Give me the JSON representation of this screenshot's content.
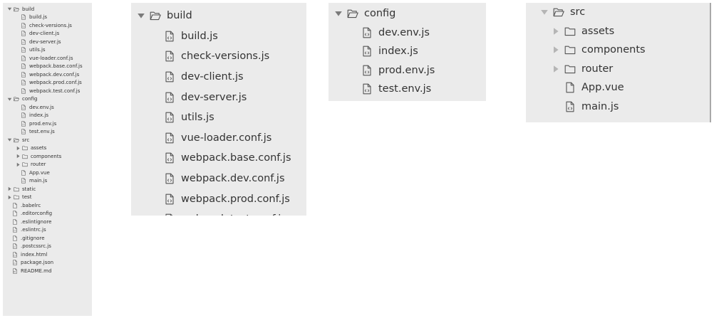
{
  "full_tree": [
    {
      "label": "build",
      "type": "folder",
      "expanded": true,
      "depth": 0
    },
    {
      "label": "build.js",
      "type": "js",
      "depth": 1
    },
    {
      "label": "check-versions.js",
      "type": "js",
      "depth": 1
    },
    {
      "label": "dev-client.js",
      "type": "js",
      "depth": 1
    },
    {
      "label": "dev-server.js",
      "type": "js",
      "depth": 1
    },
    {
      "label": "utils.js",
      "type": "js",
      "depth": 1
    },
    {
      "label": "vue-loader.conf.js",
      "type": "js",
      "depth": 1
    },
    {
      "label": "webpack.base.conf.js",
      "type": "js",
      "depth": 1
    },
    {
      "label": "webpack.dev.conf.js",
      "type": "js",
      "depth": 1
    },
    {
      "label": "webpack.prod.conf.js",
      "type": "js",
      "depth": 1
    },
    {
      "label": "webpack.test.conf.js",
      "type": "js",
      "depth": 1
    },
    {
      "label": "config",
      "type": "folder",
      "expanded": true,
      "depth": 0
    },
    {
      "label": "dev.env.js",
      "type": "js",
      "depth": 1
    },
    {
      "label": "index.js",
      "type": "js",
      "depth": 1
    },
    {
      "label": "prod.env.js",
      "type": "js",
      "depth": 1
    },
    {
      "label": "test.env.js",
      "type": "js",
      "depth": 1
    },
    {
      "label": "src",
      "type": "folder",
      "expanded": true,
      "depth": 0
    },
    {
      "label": "assets",
      "type": "folder",
      "expanded": false,
      "depth": 1
    },
    {
      "label": "components",
      "type": "folder",
      "expanded": false,
      "depth": 1
    },
    {
      "label": "router",
      "type": "folder",
      "expanded": false,
      "depth": 1
    },
    {
      "label": "App.vue",
      "type": "file",
      "depth": 1
    },
    {
      "label": "main.js",
      "type": "js",
      "depth": 1
    },
    {
      "label": "static",
      "type": "folder",
      "expanded": false,
      "depth": 0
    },
    {
      "label": "test",
      "type": "folder",
      "expanded": false,
      "depth": 0
    },
    {
      "label": ".babelrc",
      "type": "file",
      "depth": 0
    },
    {
      "label": ".editorconfig",
      "type": "file",
      "depth": 0
    },
    {
      "label": ".eslintignore",
      "type": "file",
      "depth": 0
    },
    {
      "label": ".eslintrc.js",
      "type": "js",
      "depth": 0
    },
    {
      "label": ".gitignore",
      "type": "file",
      "depth": 0
    },
    {
      "label": ".postcssrc.js",
      "type": "js",
      "depth": 0
    },
    {
      "label": "index.html",
      "type": "html",
      "depth": 0
    },
    {
      "label": "package.json",
      "type": "js",
      "depth": 0
    },
    {
      "label": "README.md",
      "type": "md",
      "depth": 0
    }
  ],
  "build_tree": [
    {
      "label": "build",
      "type": "folder",
      "expanded": true,
      "depth": 0
    },
    {
      "label": "build.js",
      "type": "js",
      "depth": 1
    },
    {
      "label": "check-versions.js",
      "type": "js",
      "depth": 1
    },
    {
      "label": "dev-client.js",
      "type": "js",
      "depth": 1
    },
    {
      "label": "dev-server.js",
      "type": "js",
      "depth": 1
    },
    {
      "label": "utils.js",
      "type": "js",
      "depth": 1
    },
    {
      "label": "vue-loader.conf.js",
      "type": "js",
      "depth": 1
    },
    {
      "label": "webpack.base.conf.js",
      "type": "js",
      "depth": 1
    },
    {
      "label": "webpack.dev.conf.js",
      "type": "js",
      "depth": 1
    },
    {
      "label": "webpack.prod.conf.js",
      "type": "js",
      "depth": 1
    },
    {
      "label": "webpack.test.conf.js",
      "type": "js",
      "depth": 1
    }
  ],
  "config_tree": [
    {
      "label": "config",
      "type": "folder",
      "expanded": true,
      "depth": 0
    },
    {
      "label": "dev.env.js",
      "type": "js",
      "depth": 1
    },
    {
      "label": "index.js",
      "type": "js",
      "depth": 1
    },
    {
      "label": "prod.env.js",
      "type": "js",
      "depth": 1
    },
    {
      "label": "test.env.js",
      "type": "js",
      "depth": 1
    }
  ],
  "src_tree": [
    {
      "label": "src",
      "type": "folder",
      "expanded": true,
      "depth": 0
    },
    {
      "label": "assets",
      "type": "folder",
      "expanded": false,
      "depth": 1
    },
    {
      "label": "components",
      "type": "folder",
      "expanded": false,
      "depth": 1
    },
    {
      "label": "router",
      "type": "folder",
      "expanded": false,
      "depth": 1
    },
    {
      "label": "App.vue",
      "type": "file",
      "depth": 1
    },
    {
      "label": "main.js",
      "type": "js",
      "depth": 1
    }
  ],
  "colors": {
    "panel_bg": "#ebebeb",
    "text": "#333333",
    "icon_stroke": "#555555",
    "arrow": "#7a7a7a",
    "scrollbar": "#a9a9a9"
  },
  "icons": {
    "folder": "folder-icon",
    "folder_open": "folder-open-icon",
    "js": "js-file-icon",
    "file": "file-icon",
    "html": "html-file-icon",
    "md": "markdown-file-icon",
    "expanded": "chevron-down-icon",
    "collapsed": "chevron-right-icon"
  }
}
